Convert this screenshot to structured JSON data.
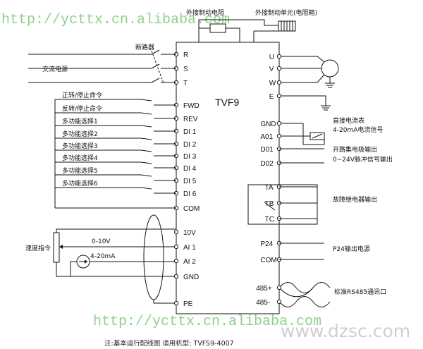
{
  "device": {
    "model": "TVF9",
    "watermark_top": "http://ycttx.cn.alibaba.com",
    "watermark_bottom": "http://ycttx.cn.alibaba.com",
    "watermark_site": "www.dzsc.com",
    "footnote": "注:基本运行配线图 适用机型: TVFS9-4007"
  },
  "top": {
    "brake_resistor": "外接制动电阻",
    "brake_unit": "外接制动单元(电阻箱)"
  },
  "left": {
    "breaker": "断路器",
    "ac_power": "交流电源",
    "commands": [
      "正转/停止命令",
      "反转/停止命令",
      "多功能选择1",
      "多功能选择2",
      "多功能选择3",
      "多功能选择4",
      "多功能选择5",
      "多功能选择6"
    ],
    "speed_cmd": "速度指令",
    "v_range": "0-10V",
    "ma_range": "4-20mA"
  },
  "terminals_left": [
    "R",
    "S",
    "T",
    "FWD",
    "REV",
    "DI 1",
    "DI 2",
    "DI 3",
    "DI 4",
    "DI 5",
    "DI 6",
    "COM",
    "10V",
    "AI 1",
    "AI 2",
    "GND",
    "PE"
  ],
  "terminals_right": [
    "U",
    "V",
    "W",
    "E",
    "GND",
    "A01",
    "D01",
    "D02",
    "TA",
    "TB",
    "TC",
    "P24",
    "COM",
    "485+",
    "485-"
  ],
  "right_labels": {
    "ammeter": "直接电流表",
    "ammeter_sig": "4-20mA电流信号",
    "oc_out": "开路集电极输出",
    "pulse_out": "0~24V脉冲信号输出",
    "relay_out": "故障继电器输出",
    "p24_out": "P24输出电源",
    "rs485": "标准RS485通讯口"
  }
}
